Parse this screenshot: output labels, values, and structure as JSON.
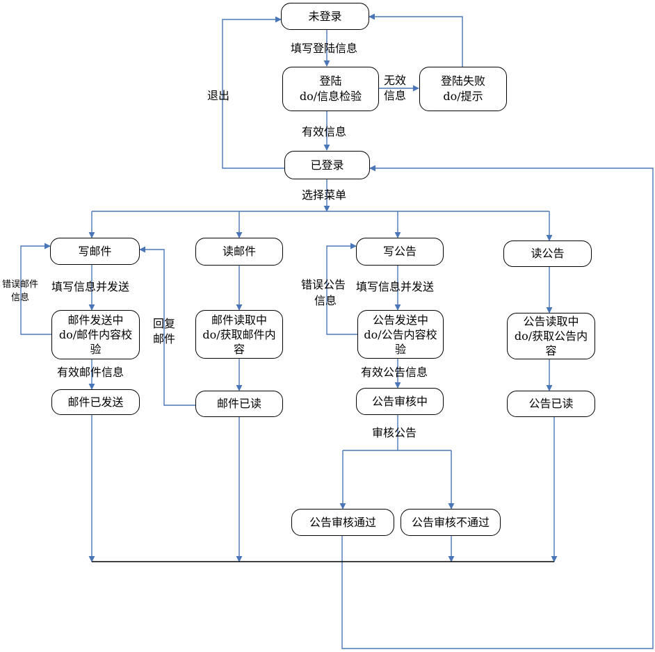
{
  "states": {
    "not_logged_in": "未登录",
    "login_title": "登陆",
    "login_do": "do/信息检验",
    "login_failed_title": "登陆失败",
    "login_failed_do": "do/提示",
    "logged_in": "已登录",
    "write_mail": "写邮件",
    "mail_sending_l1": "邮件发送中",
    "mail_sending_l2": "do/邮件内容校",
    "mail_sending_l3": "验",
    "mail_sent": "邮件已发送",
    "read_mail": "读邮件",
    "mail_reading_l1": "邮件读取中",
    "mail_reading_l2": "do/获取邮件内",
    "mail_reading_l3": "容",
    "mail_read": "邮件已读",
    "write_notice": "写公告",
    "notice_sending_l1": "公告发送中",
    "notice_sending_l2": "do/公告内容校",
    "notice_sending_l3": "验",
    "notice_reviewing": "公告审核中",
    "notice_approved": "公告审核通过",
    "notice_rejected": "公告审核不通过",
    "read_notice": "读公告",
    "notice_reading_l1": "公告读取中",
    "notice_reading_l2": "do/获取公告内",
    "notice_reading_l3": "容",
    "notice_read": "公告已读"
  },
  "labels": {
    "fill_login_info": "填写登陆信息",
    "invalid_info_l1": "无效",
    "invalid_info_l2": "信息",
    "valid_info": "有效信息",
    "logout": "退出",
    "select_menu": "选择菜单",
    "fill_and_send_mail": "填写信息并发送",
    "error_mail_info_l1": "错误邮件",
    "error_mail_info_l2": "信息",
    "valid_mail_info": "有效邮件信息",
    "reply_mail_l1": "回复",
    "reply_mail_l2": "邮件",
    "fill_and_send_notice": "填写信息并发送",
    "error_notice_info_l1": "错误公告",
    "error_notice_info_l2": "信息",
    "valid_notice_info": "有效公告信息",
    "review_notice": "审核公告"
  },
  "colors": {
    "arrow": "#4a76b8",
    "border": "#000000"
  }
}
